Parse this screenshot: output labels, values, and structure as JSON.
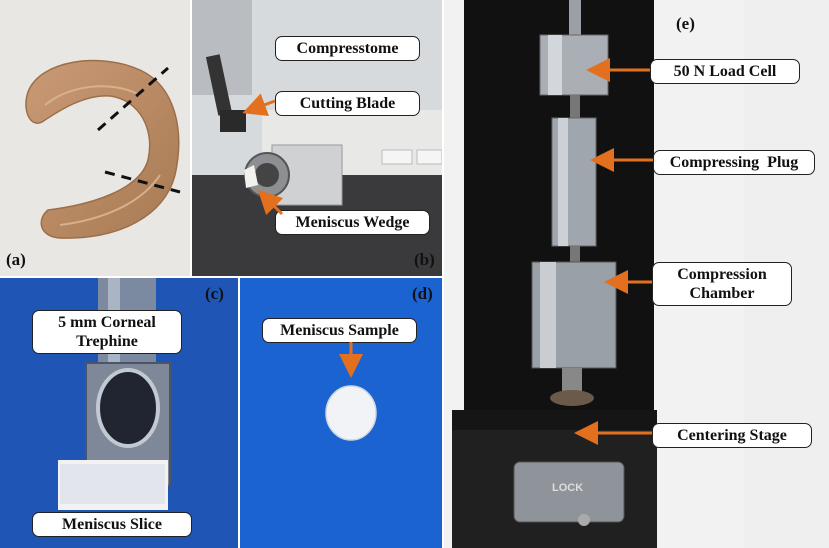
{
  "panels": {
    "a": {
      "tag": "(a)"
    },
    "b": {
      "tag": "(b)",
      "labels": {
        "compresstome": "Compresstome",
        "cutting_blade": "Cutting Blade",
        "meniscus_wedge": "Meniscus Wedge"
      }
    },
    "c": {
      "tag": "(c)",
      "labels": {
        "trephine": "5 mm Corneal Trephine",
        "slice": "Meniscus Slice"
      }
    },
    "d": {
      "tag": "(d)",
      "labels": {
        "sample": "Meniscus Sample"
      }
    },
    "e": {
      "tag": "(e)",
      "labels": {
        "load_cell": "50 N Load Cell",
        "plug": "Compressing  Plug",
        "chamber": "Compression Chamber",
        "stage": "Centering Stage",
        "lock": "LOCK"
      }
    }
  },
  "colors": {
    "arrow": "#e2701f",
    "blue_bg": "#1f5fbf",
    "black_bg": "#0d0d0d"
  }
}
